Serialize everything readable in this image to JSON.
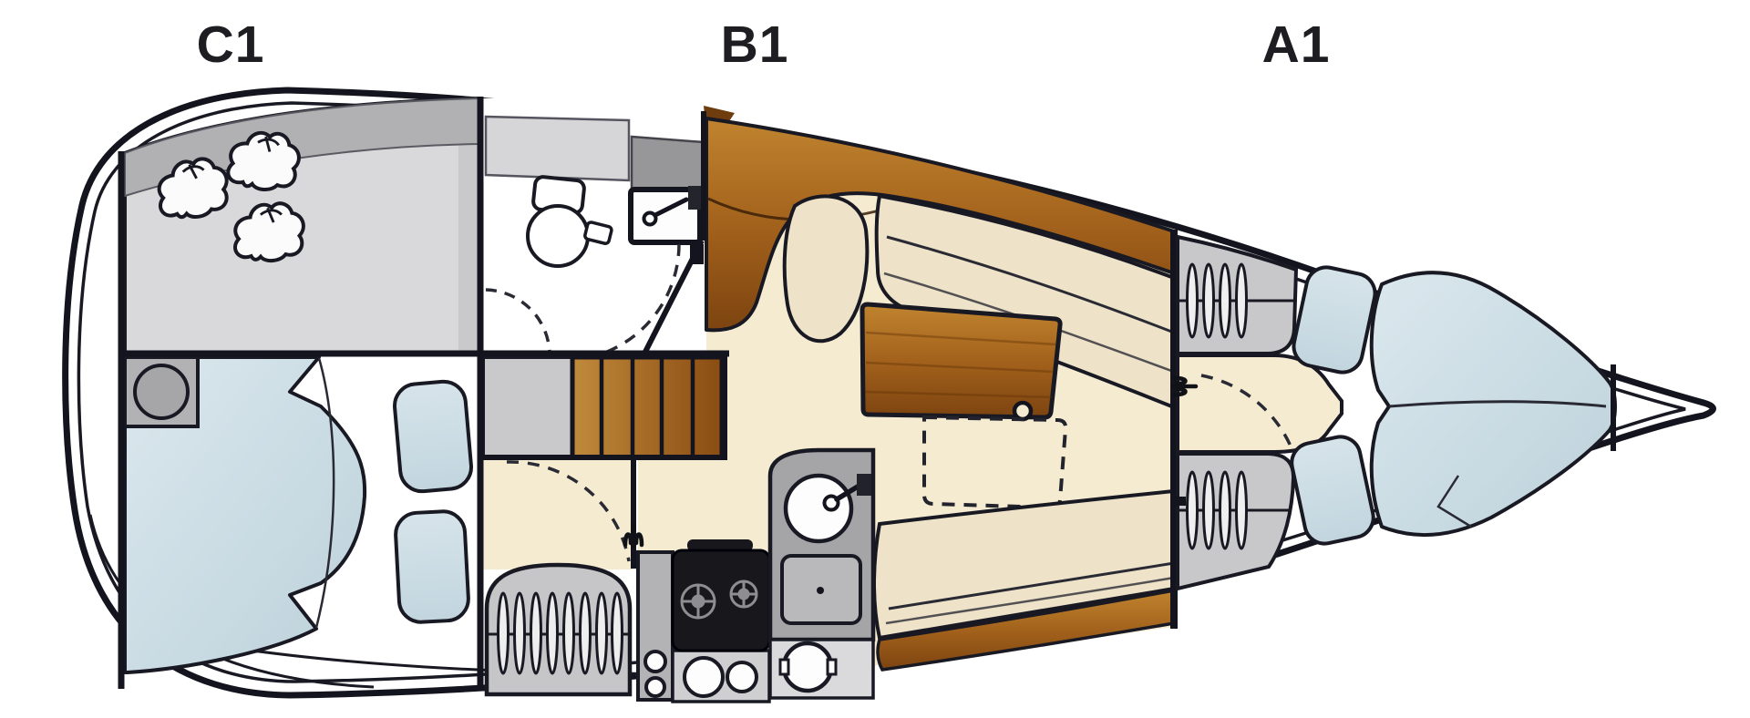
{
  "sections": [
    {
      "label": "C1",
      "name": "aft-cabin-layout"
    },
    {
      "label": "B1",
      "name": "saloon-galley-layout"
    },
    {
      "label": "A1",
      "name": "forward-cabin-layout"
    }
  ],
  "palette": {
    "outline": "#191923",
    "deck_white": "#ffffff",
    "side_deck_grey": "#b1b1b3",
    "storage_grey": "#d9d9db",
    "locker_grey": "#c8c8ca",
    "panel_grey_dark": "#97979a",
    "floor_beige": "#f4ebd1",
    "cushion_cream": "#eee3c8",
    "mattress_blue": "#cfdfe8",
    "wood_light": "#c0842f",
    "wood_dark": "#7d4410",
    "stove_black": "#17171c"
  },
  "features": [
    {
      "name": "sail-bags",
      "count": 3,
      "section": "C1"
    },
    {
      "name": "aft-double-berth",
      "section": "C1"
    },
    {
      "name": "berth-pillows",
      "count": 2,
      "section": "C1"
    },
    {
      "name": "head-toilet",
      "section": "B1"
    },
    {
      "name": "head-washbasin",
      "section": "B1"
    },
    {
      "name": "companionway-steps",
      "count": 5,
      "section": "B1"
    },
    {
      "name": "wardrobe-hanging-lockers",
      "count": 3
    },
    {
      "name": "galley-two-burner-stove",
      "section": "B1"
    },
    {
      "name": "galley-round-sink",
      "section": "B1"
    },
    {
      "name": "saloon-table",
      "section": "B1"
    },
    {
      "name": "saloon-table-extension-dashed",
      "section": "B1"
    },
    {
      "name": "port-settee",
      "section": "B1"
    },
    {
      "name": "starboard-settee",
      "section": "B1"
    },
    {
      "name": "v-berth",
      "section": "A1"
    },
    {
      "name": "v-berth-cushions",
      "count": 2,
      "section": "A1"
    },
    {
      "name": "bow-tip-locker",
      "section": "A1"
    }
  ]
}
